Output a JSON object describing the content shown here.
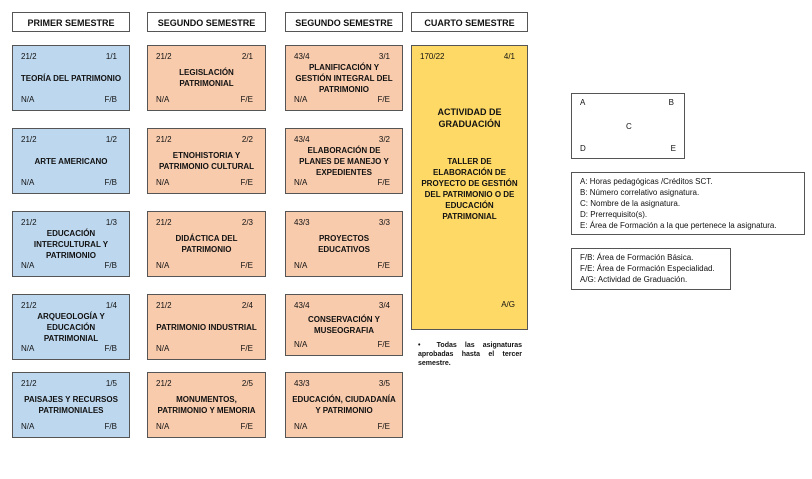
{
  "headers": [
    "PRIMER SEMESTRE",
    "SEGUNDO SEMESTRE",
    "SEGUNDO SEMESTRE",
    "CUARTO SEMESTRE"
  ],
  "columns": [
    [
      {
        "tl": "21/2",
        "tr": "1/1",
        "name": "TEORÍA DEL PATRIMONIO",
        "bl": "N/A",
        "br": "F/B"
      },
      {
        "tl": "21/2",
        "tr": "1/2",
        "name": "ARTE AMERICANO",
        "bl": "N/A",
        "br": "F/B"
      },
      {
        "tl": "21/2",
        "tr": "1/3",
        "name": "EDUCACIÓN INTERCULTURAL Y PATRIMONIO",
        "bl": "N/A",
        "br": "F/B"
      },
      {
        "tl": "21/2",
        "tr": "1/4",
        "name": "ARQUEOLOGÍA Y EDUCACIÓN PATRIMONIAL",
        "bl": "N/A",
        "br": "F/B"
      },
      {
        "tl": "21/2",
        "tr": "1/5",
        "name": "PAISAJES Y RECURSOS PATRIMONIALES",
        "bl": "N/A",
        "br": "F/B"
      }
    ],
    [
      {
        "tl": "21/2",
        "tr": "2/1",
        "name": "LEGISLACIÓN PATRIMONIAL",
        "bl": "N/A",
        "br": "F/E"
      },
      {
        "tl": "21/2",
        "tr": "2/2",
        "name": "ETNOHISTORIA Y PATRIMONIO CULTURAL",
        "bl": "N/A",
        "br": "F/E"
      },
      {
        "tl": "21/2",
        "tr": "2/3",
        "name": "DIDÁCTICA DEL PATRIMONIO",
        "bl": "N/A",
        "br": "F/E"
      },
      {
        "tl": "21/2",
        "tr": "2/4",
        "name": "PATRIMONIO INDUSTRIAL",
        "bl": "N/A",
        "br": "F/E"
      },
      {
        "tl": "21/2",
        "tr": "2/5",
        "name": "MONUMENTOS, PATRIMONIO Y MEMORIA",
        "bl": "N/A",
        "br": "F/E"
      }
    ],
    [
      {
        "tl": "43/4",
        "tr": "3/1",
        "name": "PLANIFICACIÓN Y GESTIÓN INTEGRAL DEL PATRIMONIO",
        "bl": "N/A",
        "br": "F/E"
      },
      {
        "tl": "43/4",
        "tr": "3/2",
        "name": "ELABORACIÓN DE PLANES DE MANEJO Y EXPEDIENTES",
        "bl": "N/A",
        "br": "F/E"
      },
      {
        "tl": "43/3",
        "tr": "3/3",
        "name": "PROYECTOS EDUCATIVOS",
        "bl": "N/A",
        "br": "F/E"
      },
      {
        "tl": "43/4",
        "tr": "3/4",
        "name": "CONSERVACIÓN Y MUSEOGRAFIA",
        "bl": "N/A",
        "br": "F/E"
      },
      {
        "tl": "43/3",
        "tr": "3/5",
        "name": "EDUCACIÓN, CIUDADANÍA Y PATRIMONIO",
        "bl": "N/A",
        "br": "F/E"
      }
    ]
  ],
  "graduation": {
    "tl": "170/22",
    "tr": "4/1",
    "title": "ACTIVIDAD DE GRADUACIÓN",
    "subtitle": "TALLER DE ELABORACIÓN DE PROYECTO DE GESTIÓN DEL PATRIMONIO O DE EDUCACIÓN PATRIMONIAL",
    "br": "A/G"
  },
  "note": "Todas las asignaturas aprobadas hasta el tercer semestre.",
  "legend_key": {
    "a": "A",
    "b": "B",
    "c": "C",
    "d": "D",
    "e": "E"
  },
  "legend_items": [
    "A: Horas pedagógicas /Créditos SCT.",
    "B: Número correlativo asignatura.",
    "C: Nombre de la asignatura.",
    "D: Prerrequisito(s).",
    "E: Área de Formación a la que pertenece la asignatura."
  ],
  "area_items": [
    "F/B: Área de Formación Básica.",
    "F/E: Área de Formación Especialidad.",
    "A/G: Actividad de Graduación."
  ],
  "colors": {
    "basic": "#bdd7ee",
    "specialty": "#f8cbad",
    "graduation": "#ffd966"
  }
}
